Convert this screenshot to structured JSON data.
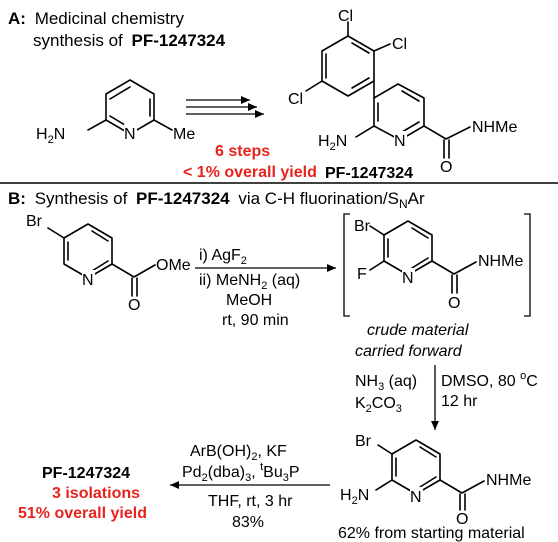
{
  "colors": {
    "highlight": "#e8231e",
    "text": "#000000"
  },
  "section_a": {
    "letter": "A:",
    "heading_line1": "Medicinal chemistry",
    "heading_line2_prefix": "synthesis of",
    "compound": "PF-1247324",
    "steps": "6 steps",
    "overall": "< 1% overall yield",
    "product_label": "PF-1247324",
    "atoms": {
      "cl1": "Cl",
      "cl2": "Cl",
      "cl3": "Cl",
      "h2n_start": "H",
      "h2n_start_sub": "2",
      "n_start_prefix": "N",
      "n_start": "N",
      "me": "Me",
      "h2n_prod": "H",
      "h2n_prod_sub": "2",
      "n_prod_prefix": "N",
      "n_prod": "N",
      "nhme": "NHMe",
      "o": "O"
    }
  },
  "section_b": {
    "letter": "B:",
    "heading_prefix": "Synthesis of",
    "compound": "PF-1247324",
    "heading_mid": "via C-H fluorination/S",
    "heading_sub": "N",
    "heading_end": "Ar",
    "step1": {
      "line1": "i) AgF",
      "line1_sub": "2",
      "line2_a": "ii) MeNH",
      "line2_sub": "2",
      "line2_b": " (aq)",
      "line3": "MeOH",
      "line4": "rt, 90 min"
    },
    "crude_line1": "crude material",
    "crude_line2": "carried forward",
    "step2": {
      "left1": "NH",
      "left1_sub": "3",
      "left1_b": " (aq)",
      "left2": "K",
      "left2_sub": "2",
      "left2_b": "CO",
      "left2_sub2": "3",
      "right1": "DMSO, 80 ",
      "right1_sup": "o",
      "right1_b": "C",
      "right2": "12 hr"
    },
    "step3": {
      "line1": "ArB(OH)",
      "line1_sub": "2",
      "line1_b": ", KF",
      "line2_a": "Pd",
      "line2_sub": "2",
      "line2_b": "(dba)",
      "line2_sub2": "3",
      "line2_c": ", ",
      "line2_sup": "t",
      "line2_d": "Bu",
      "line2_sub3": "3",
      "line2_e": "P",
      "line3": "THF, rt, 3 hr",
      "line4": "83%"
    },
    "result": {
      "compound": "PF-1247324",
      "isolations": "3 isolations",
      "yield": "51% overall yield"
    },
    "footer": "62% from starting material",
    "atoms": {
      "br1": "Br",
      "n1": "N",
      "ome": "OMe",
      "o1": "O",
      "br2": "Br",
      "f": "F",
      "n2": "N",
      "nhme2": "NHMe",
      "o2": "O",
      "br3": "Br",
      "h2n3": "H",
      "h2n3_sub": "2",
      "h2n3_b": "N",
      "n3": "N",
      "nhme3": "NHMe",
      "o3": "O"
    }
  }
}
